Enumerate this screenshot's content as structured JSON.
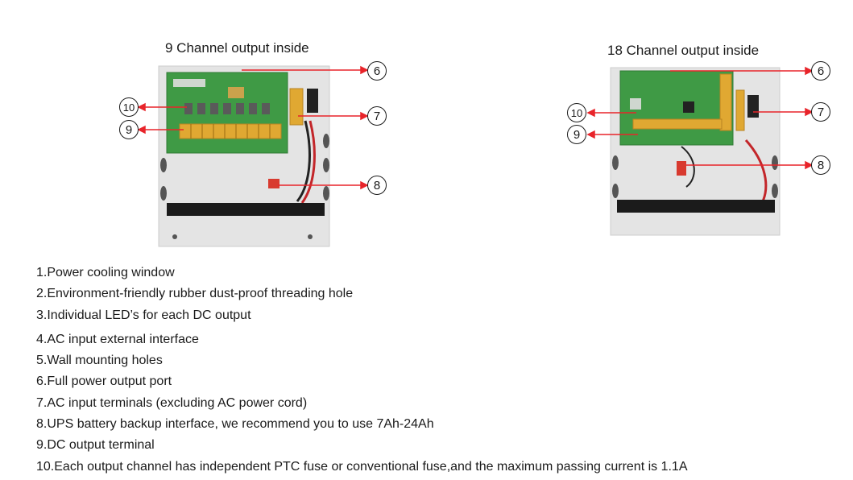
{
  "left_panel": {
    "title": "9 Channel output inside",
    "callouts": {
      "c6": "6",
      "c7": "7",
      "c8": "8",
      "c9": "9",
      "c10": "10"
    }
  },
  "right_panel": {
    "title": "18 Channel output inside",
    "callouts": {
      "c6": "6",
      "c7": "7",
      "c8": "8",
      "c9": "9",
      "c10": "10"
    }
  },
  "features": [
    "1.Power cooling window",
    "2.Environment-friendly rubber dust-proof threading hole",
    "3.Individual LED’s for each DC output",
    "4.AC input external interface",
    "5.Wall mounting holes",
    "6.Full power output port",
    "7.AC input terminals (excluding AC power cord)",
    "8.UPS battery backup interface, we recommend you to use 7Ah-24Ah",
    "9.DC output terminal",
    "10.Each output channel has independent PTC fuse or conventional fuse,and the maximum passing current is 1.1A"
  ],
  "colors": {
    "arrow": "#e8242a",
    "board": "#3f9a45",
    "terminal": "#e0a832",
    "enclosure": "#e2e2e2",
    "strap": "#1b1b1b",
    "wire": "#c3262a"
  }
}
